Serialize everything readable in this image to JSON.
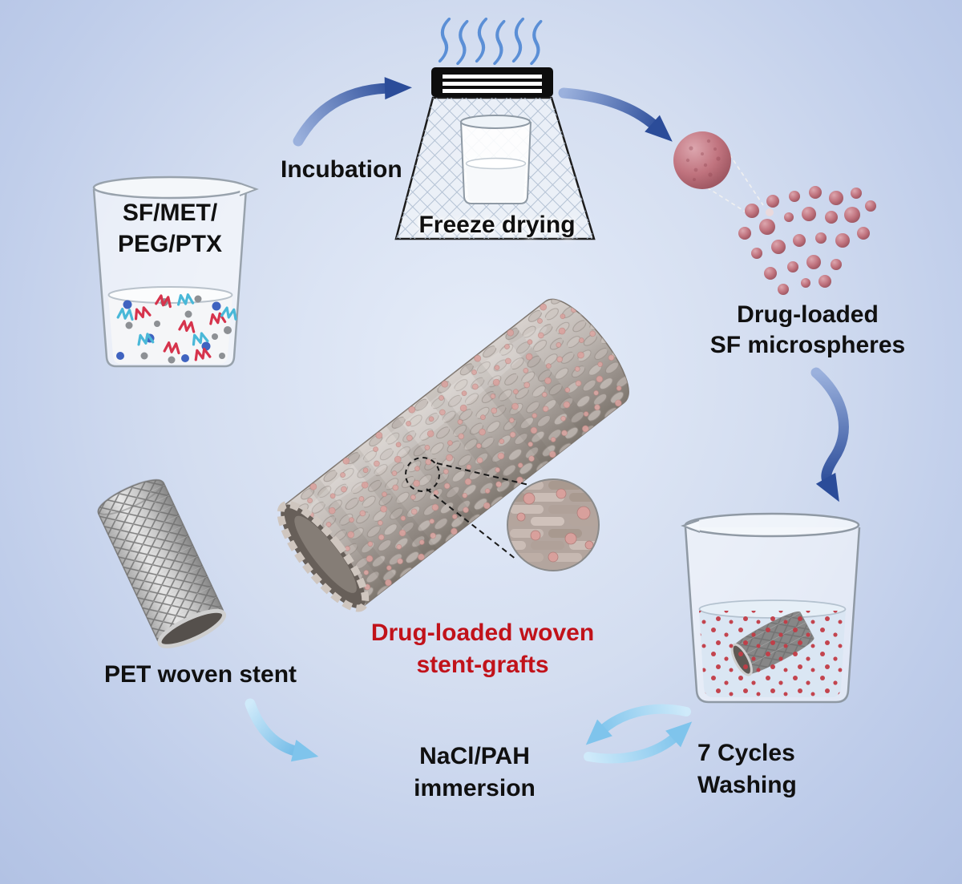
{
  "labels": {
    "mixture_line1": "SF/MET/",
    "mixture_line2": "PEG/PTX",
    "incubation": "Incubation",
    "freeze_drying": "Freeze drying",
    "microspheres_line1": "Drug-loaded",
    "microspheres_line2": "SF microspheres",
    "stent_grafts_line1": "Drug-loaded woven",
    "stent_grafts_line2": "stent-grafts",
    "pet_stent": "PET woven stent",
    "immersion_line1": "NaCl/PAH",
    "immersion_line2": "immersion",
    "washing_line1": "7 Cycles",
    "washing_line2": "Washing"
  },
  "colors": {
    "background_center": "#e6edf9",
    "background_edge": "#b2c2e4",
    "arrow_blue_dark": "#2b4c99",
    "arrow_blue_light": "#9bb1dd",
    "arrow_cyan": "#7fc4ec",
    "steam_blue": "#5b8fd6",
    "microsphere_pink": "#c0737e",
    "red_label_text": "#c1121a",
    "red_particles": "#c23b45",
    "stent_gray": "#b8b1ac",
    "text_black": "#101010"
  },
  "icons": {
    "steam": "steam-waves-icon",
    "freeze_dryer": "freeze-dryer-icon",
    "mixture_beaker": "beaker-icon",
    "wash_beaker": "beaker-icon",
    "microspheres": "sphere-cluster-icon",
    "magnifier": "zoom-inset-icon",
    "arrows": "curved-arrow-icon"
  }
}
